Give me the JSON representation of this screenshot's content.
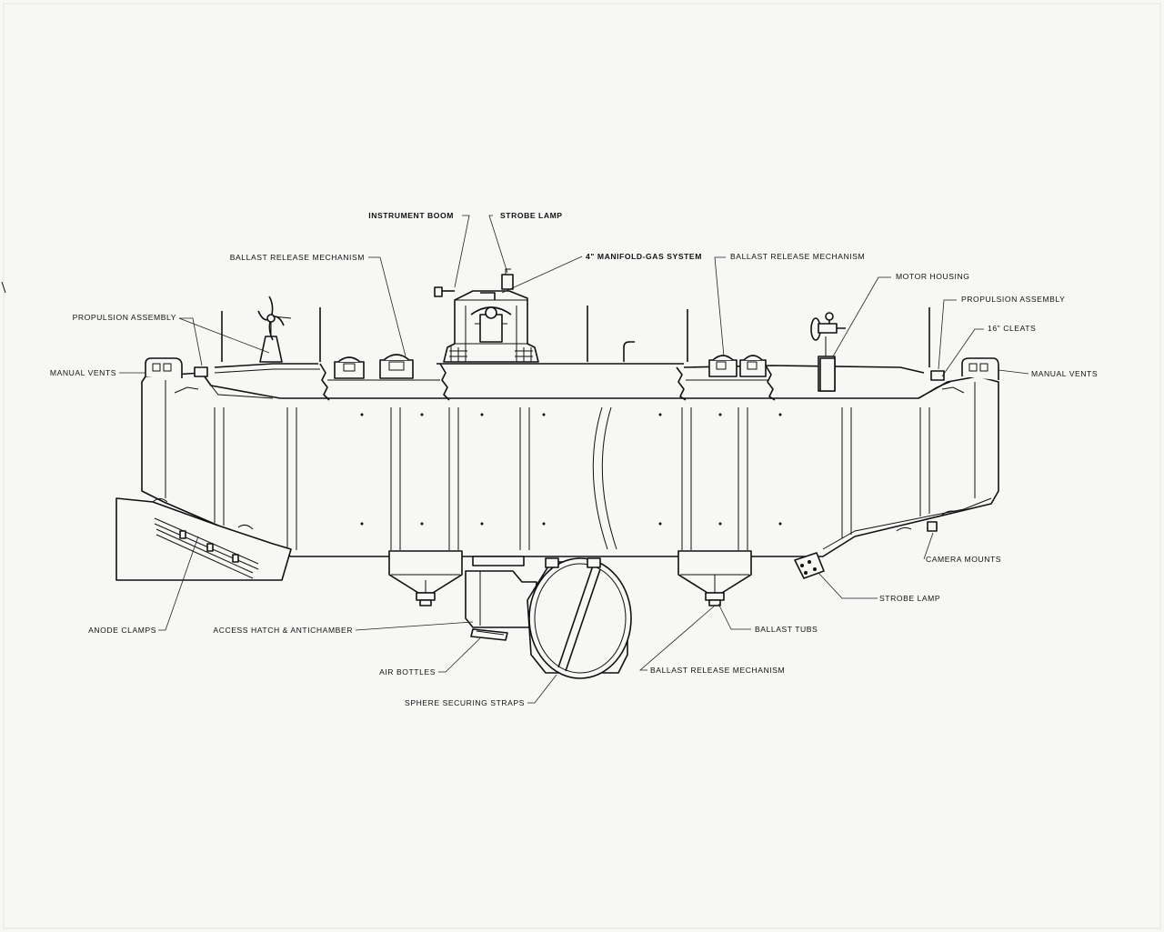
{
  "labels": {
    "instrument_boom": "INSTRUMENT BOOM",
    "strobe_lamp_top": "STROBE LAMP",
    "manifold_gas": "4\" MANIFOLD-GAS SYSTEM",
    "ballast_release_left": "BALLAST RELEASE MECHANISM",
    "ballast_release_right": "BALLAST RELEASE MECHANISM",
    "motor_housing": "MOTOR HOUSING",
    "propulsion_left": "PROPULSION ASSEMBLY",
    "propulsion_right": "PROPULSION ASSEMBLY",
    "cleats": "16\" CLEATS",
    "manual_vents_left": "MANUAL VENTS",
    "manual_vents_right": "MANUAL VENTS",
    "camera_mounts": "CAMERA MOUNTS",
    "strobe_lamp_bottom": "STROBE LAMP",
    "anode_clamps": "ANODE CLAMPS",
    "access_hatch": "ACCESS HATCH & ANTICHAMBER",
    "ballast_tubs": "BALLAST TUBS",
    "air_bottles": "AIR BOTTLES",
    "ballast_release_bottom": "BALLAST RELEASE MECHANISM",
    "sphere_straps": "SPHERE SECURING STRAPS"
  }
}
